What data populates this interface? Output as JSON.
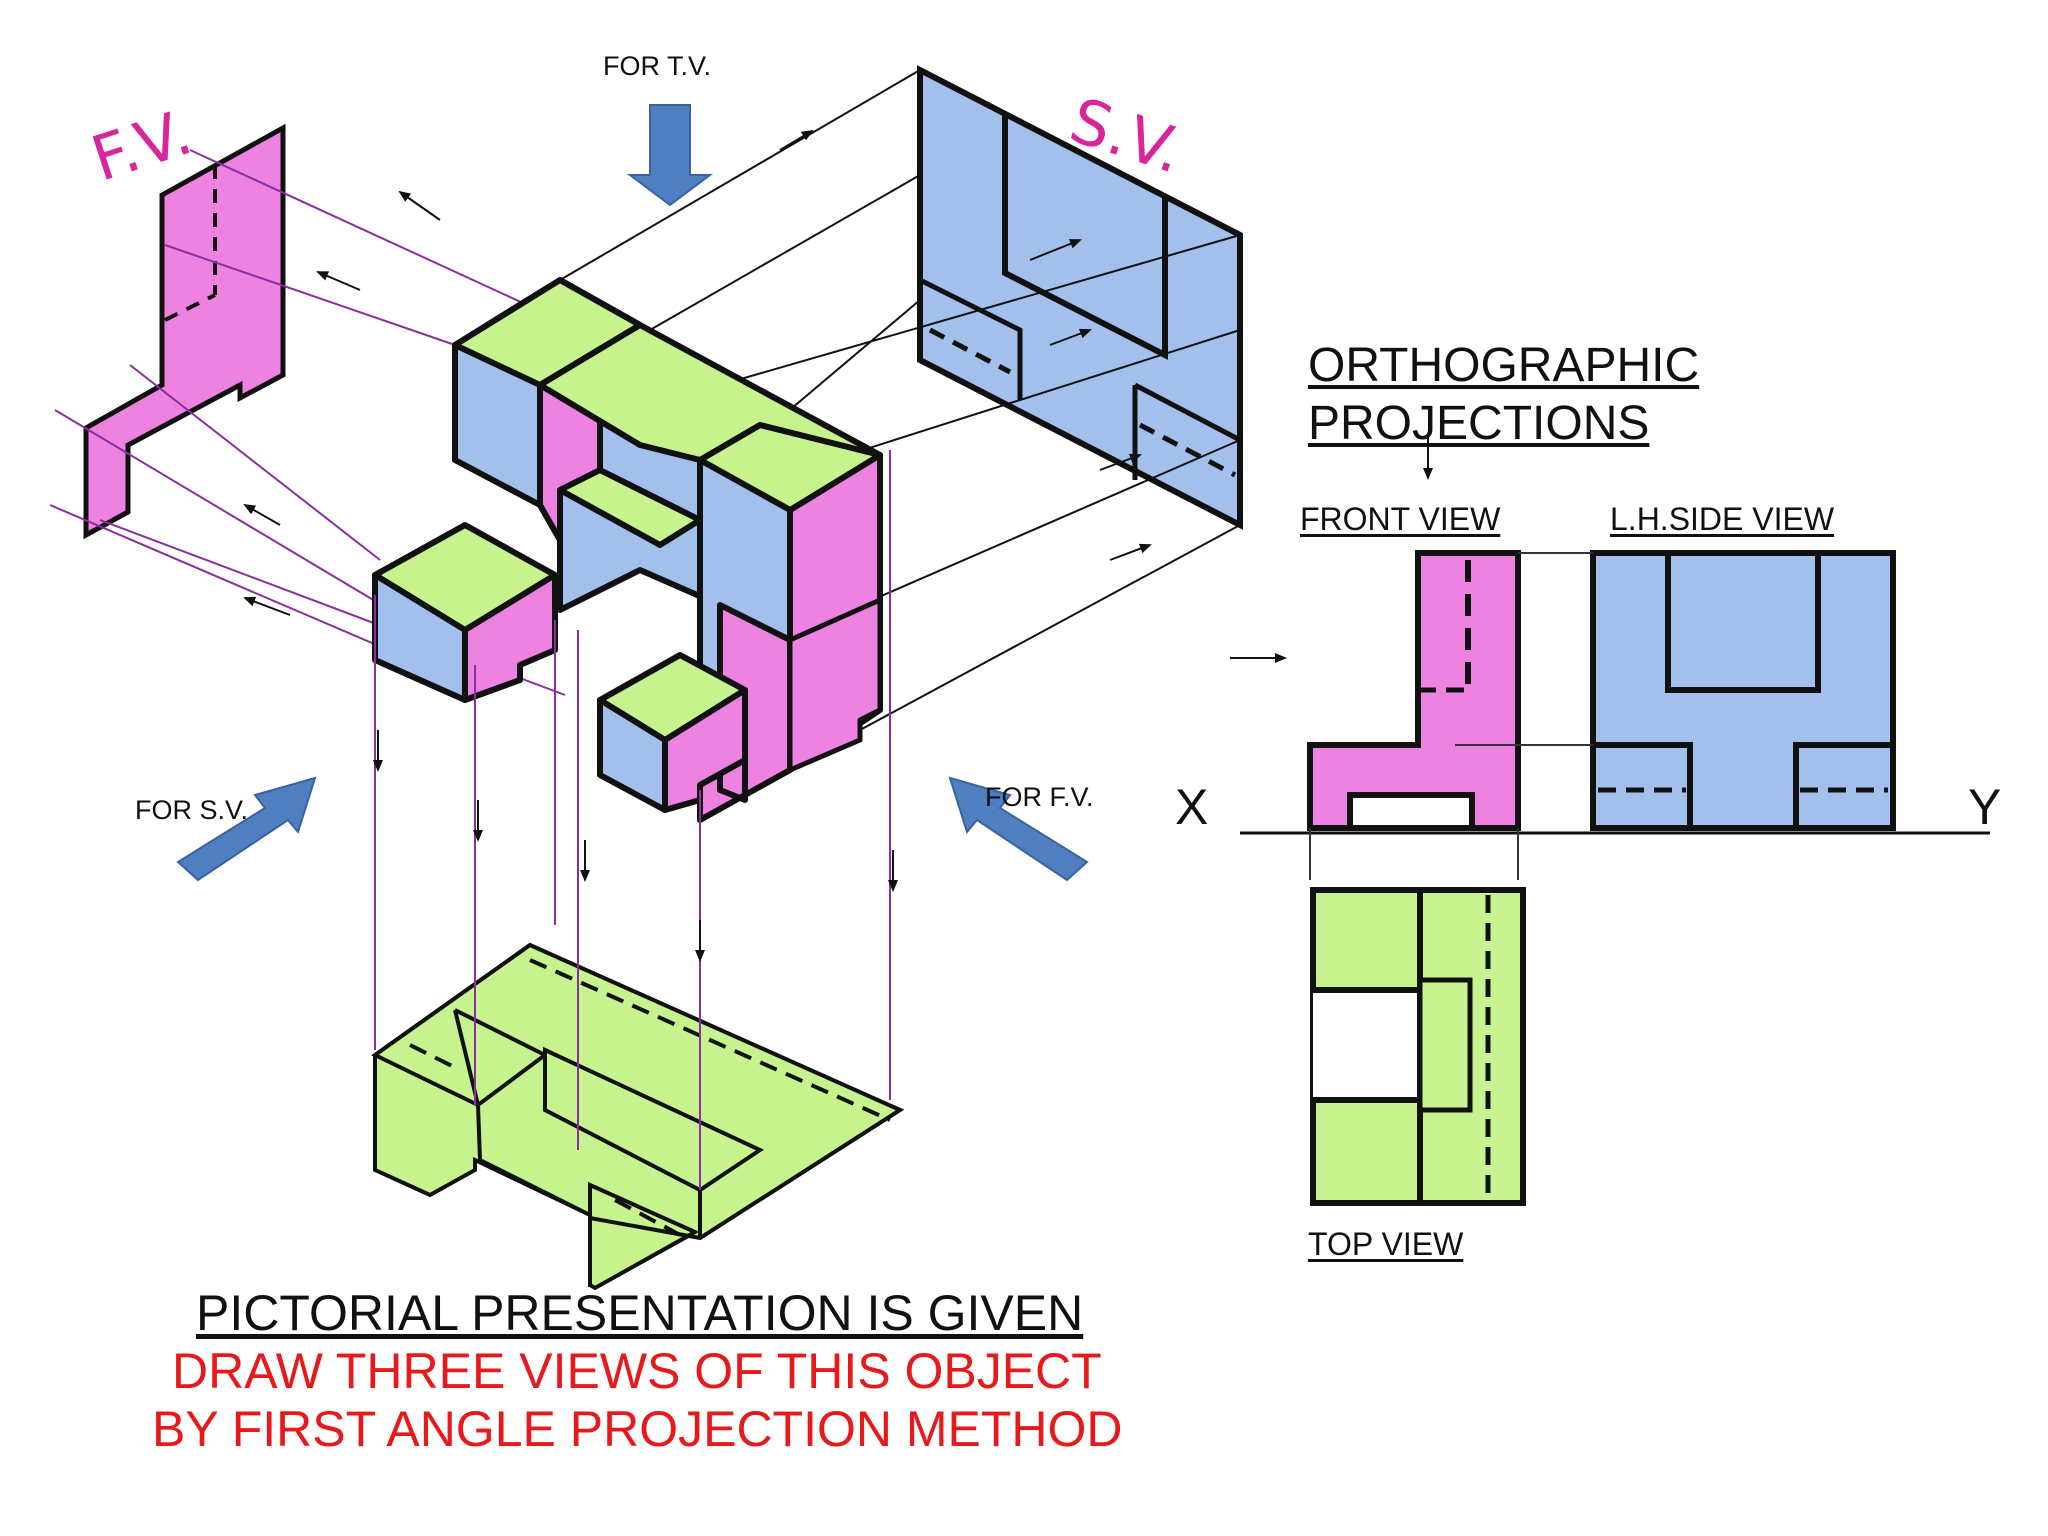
{
  "pictorial": {
    "fv_tag": "F.V.",
    "sv_tag": "S.V.",
    "for_tv": "FOR T.V.",
    "for_sv": "FOR S.V.",
    "for_fv": "FOR F.V."
  },
  "orthographic": {
    "title_line1": "ORTHOGRAPHIC",
    "title_line2": "PROJECTIONS",
    "front_view": "FRONT VIEW",
    "side_view": "L.H.SIDE VIEW",
    "top_view": "TOP VIEW",
    "x": "X",
    "y": "Y"
  },
  "task": {
    "line1": "PICTORIAL PRESENTATION IS GIVEN",
    "line2": "DRAW THREE VIEWS OF THIS OBJECT",
    "line3": "BY FIRST ANGLE PROJECTION METHOD"
  },
  "colors": {
    "front_pink": "#ee82e0",
    "side_blue": "#a3bfec",
    "top_green": "#c7f38e",
    "arrow_blue": "#4f7fc0",
    "projector_purple": "#8a2f9e",
    "task_red": "#e8191b"
  }
}
